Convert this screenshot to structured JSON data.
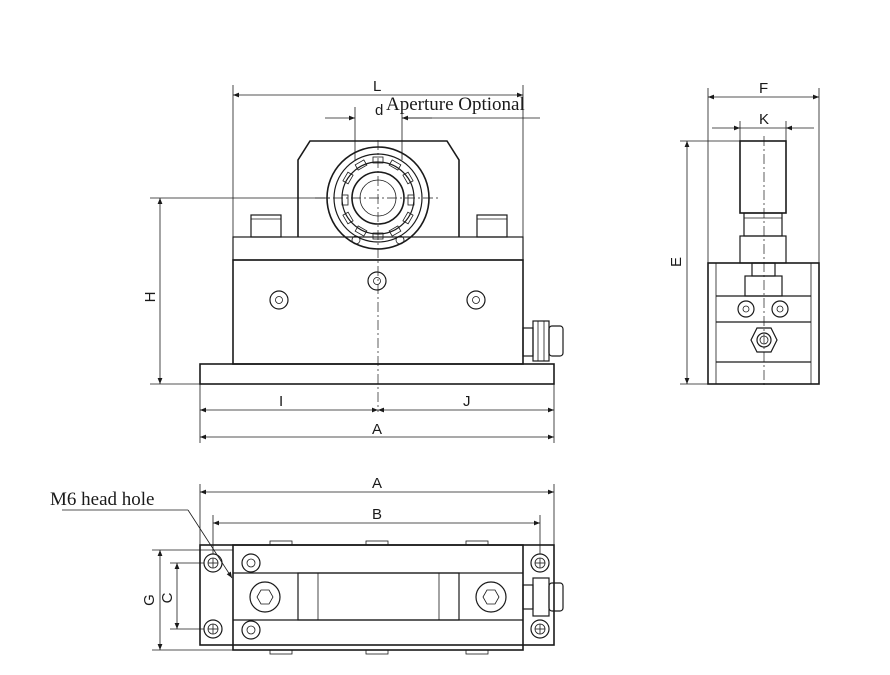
{
  "labels": {
    "L": "L",
    "d": "d",
    "aperture_note": "Aperture Optional",
    "H": "H",
    "I": "I",
    "J": "J",
    "A_front": "A",
    "F": "F",
    "K": "K",
    "E": "E",
    "A_top": "A",
    "B": "B",
    "G": "G",
    "C": "C",
    "head_hole_note": "M6 head hole"
  },
  "colors": {
    "line": "#1a1a1a",
    "background": "#ffffff"
  }
}
